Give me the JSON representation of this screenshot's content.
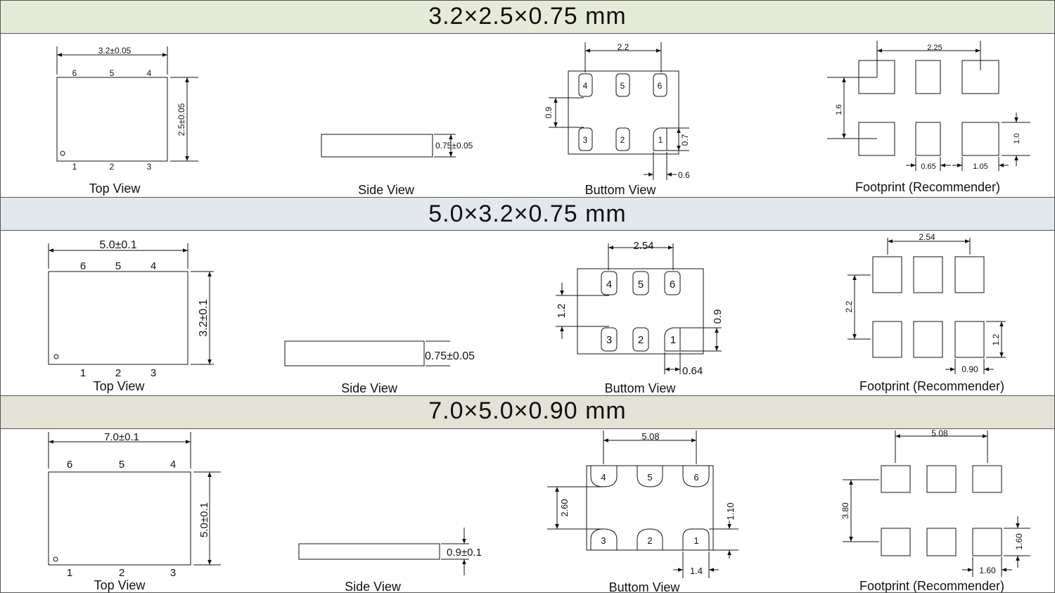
{
  "sections": [
    {
      "title": "3.2×2.5×0.75 mm",
      "band_color": "#e6ebd8",
      "top": {
        "width": "3.2±0.05",
        "height": "2.5±0.05",
        "pins_top": [
          "6",
          "5",
          "4"
        ],
        "pins_bottom": [
          "1",
          "2",
          "3"
        ]
      },
      "side": {
        "thickness": "0.75±0.05"
      },
      "bottom": {
        "pitch": "2.2",
        "row_gap": "0.9",
        "pad_h": "0.7",
        "pad_w": "0.6",
        "pads_top": [
          "4",
          "5",
          "6"
        ],
        "pads_bottom": [
          "3",
          "2",
          "1"
        ]
      },
      "footprint": {
        "pitch": "2.25",
        "row_pitch": "1.6",
        "pad_h": "1.0",
        "gap": "0.65",
        "pad_w": "1.05"
      },
      "labels": {
        "top": "Top View",
        "side": "Side View",
        "bottom": "Buttom View",
        "footprint": "Footprint (Recommender)"
      }
    },
    {
      "title": "5.0×3.2×0.75 mm",
      "band_color": "#e2e8ee",
      "top": {
        "width": "5.0±0.1",
        "height": "3.2±0.1",
        "pins_top": [
          "6",
          "5",
          "4"
        ],
        "pins_bottom": [
          "1",
          "2",
          "3"
        ]
      },
      "side": {
        "thickness": "0.75±0.05"
      },
      "bottom": {
        "pitch": "2.54",
        "row_gap": "1.2",
        "pad_h": "0.9",
        "pad_w": "0.64",
        "pads_top": [
          "4",
          "5",
          "6"
        ],
        "pads_bottom": [
          "3",
          "2",
          "1"
        ]
      },
      "footprint": {
        "pitch": "2.54",
        "row_pitch": "2.2",
        "pad_h": "1.2",
        "pad_w": "0.90"
      },
      "labels": {
        "top": "Top View",
        "side": "Side View",
        "bottom": "Buttom View",
        "footprint": "Footprint (Recommender)"
      }
    },
    {
      "title": "7.0×5.0×0.90 mm",
      "band_color": "#e4e1d6",
      "top": {
        "width": "7.0±0.1",
        "height": "5.0±0.1",
        "pins_top": [
          "6",
          "5",
          "4"
        ],
        "pins_bottom": [
          "1",
          "2",
          "3"
        ]
      },
      "side": {
        "thickness": "0.9±0.1"
      },
      "bottom": {
        "pitch": "5.08",
        "row_gap": "2.60",
        "pad_h": "1.10",
        "pad_w": "1.4",
        "pads_top": [
          "4",
          "5",
          "6"
        ],
        "pads_bottom": [
          "3",
          "2",
          "1"
        ]
      },
      "footprint": {
        "pitch": "5.08",
        "row_pitch": "3.80",
        "pad_h": "1.60",
        "pad_w": "1.60"
      },
      "labels": {
        "top": "Top View",
        "side": "Side View",
        "bottom": "Buttom View",
        "footprint": "Footprint (Recommender)"
      }
    }
  ]
}
